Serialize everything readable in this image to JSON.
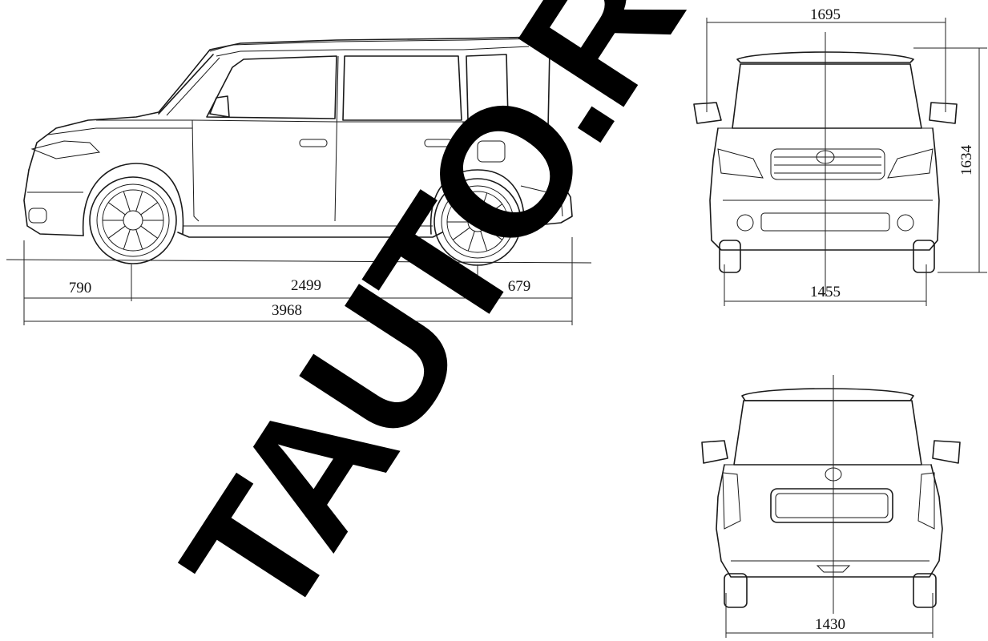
{
  "dimensions": {
    "front_overhang": "790",
    "wheelbase": "2499",
    "rear_overhang": "679",
    "overall_length": "3968",
    "overall_width": "1695",
    "overall_height": "1634",
    "front_track": "1455",
    "rear_track": "1430"
  },
  "watermark": {
    "text": "TAUTO.RU",
    "color": "#000000"
  },
  "colors": {
    "line": "#1a1a1a",
    "background": "#ffffff"
  }
}
